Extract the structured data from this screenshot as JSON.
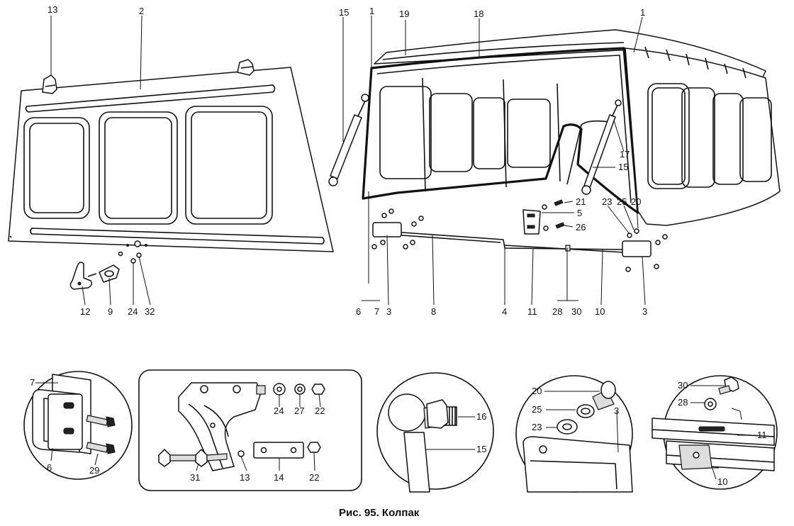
{
  "caption": "Рис. 95. Колпак",
  "callouts": {
    "c13_top": "13",
    "c2": "2",
    "c15_top": "15",
    "c1_left": "1",
    "c19": "19",
    "c18": "18",
    "c1_right": "1",
    "c17": "17",
    "c15_right": "15",
    "c21": "21",
    "c5": "5",
    "c26": "26",
    "c23": "23",
    "c25": "25",
    "c20": "20",
    "c12": "12",
    "c9": "9",
    "c24": "24",
    "c32": "32",
    "c6": "6",
    "c7": "7",
    "c3_left": "3",
    "c8": "8",
    "c4": "4",
    "c11": "11",
    "c28": "28",
    "c30": "30",
    "c10": "10",
    "c3_right": "3"
  },
  "detail_a": {
    "c7": "7",
    "c6": "6",
    "c29": "29"
  },
  "detail_b": {
    "c24": "24",
    "c27": "27",
    "c22_top": "22",
    "c31": "31",
    "c13": "13",
    "c14": "14",
    "c22_bottom": "22"
  },
  "detail_c": {
    "c16": "16",
    "c15": "15"
  },
  "detail_d": {
    "c20": "20",
    "c25": "25",
    "c23": "23",
    "c3": "3"
  },
  "detail_e": {
    "c30": "30",
    "c28": "28",
    "c11": "11",
    "c10": "10"
  }
}
